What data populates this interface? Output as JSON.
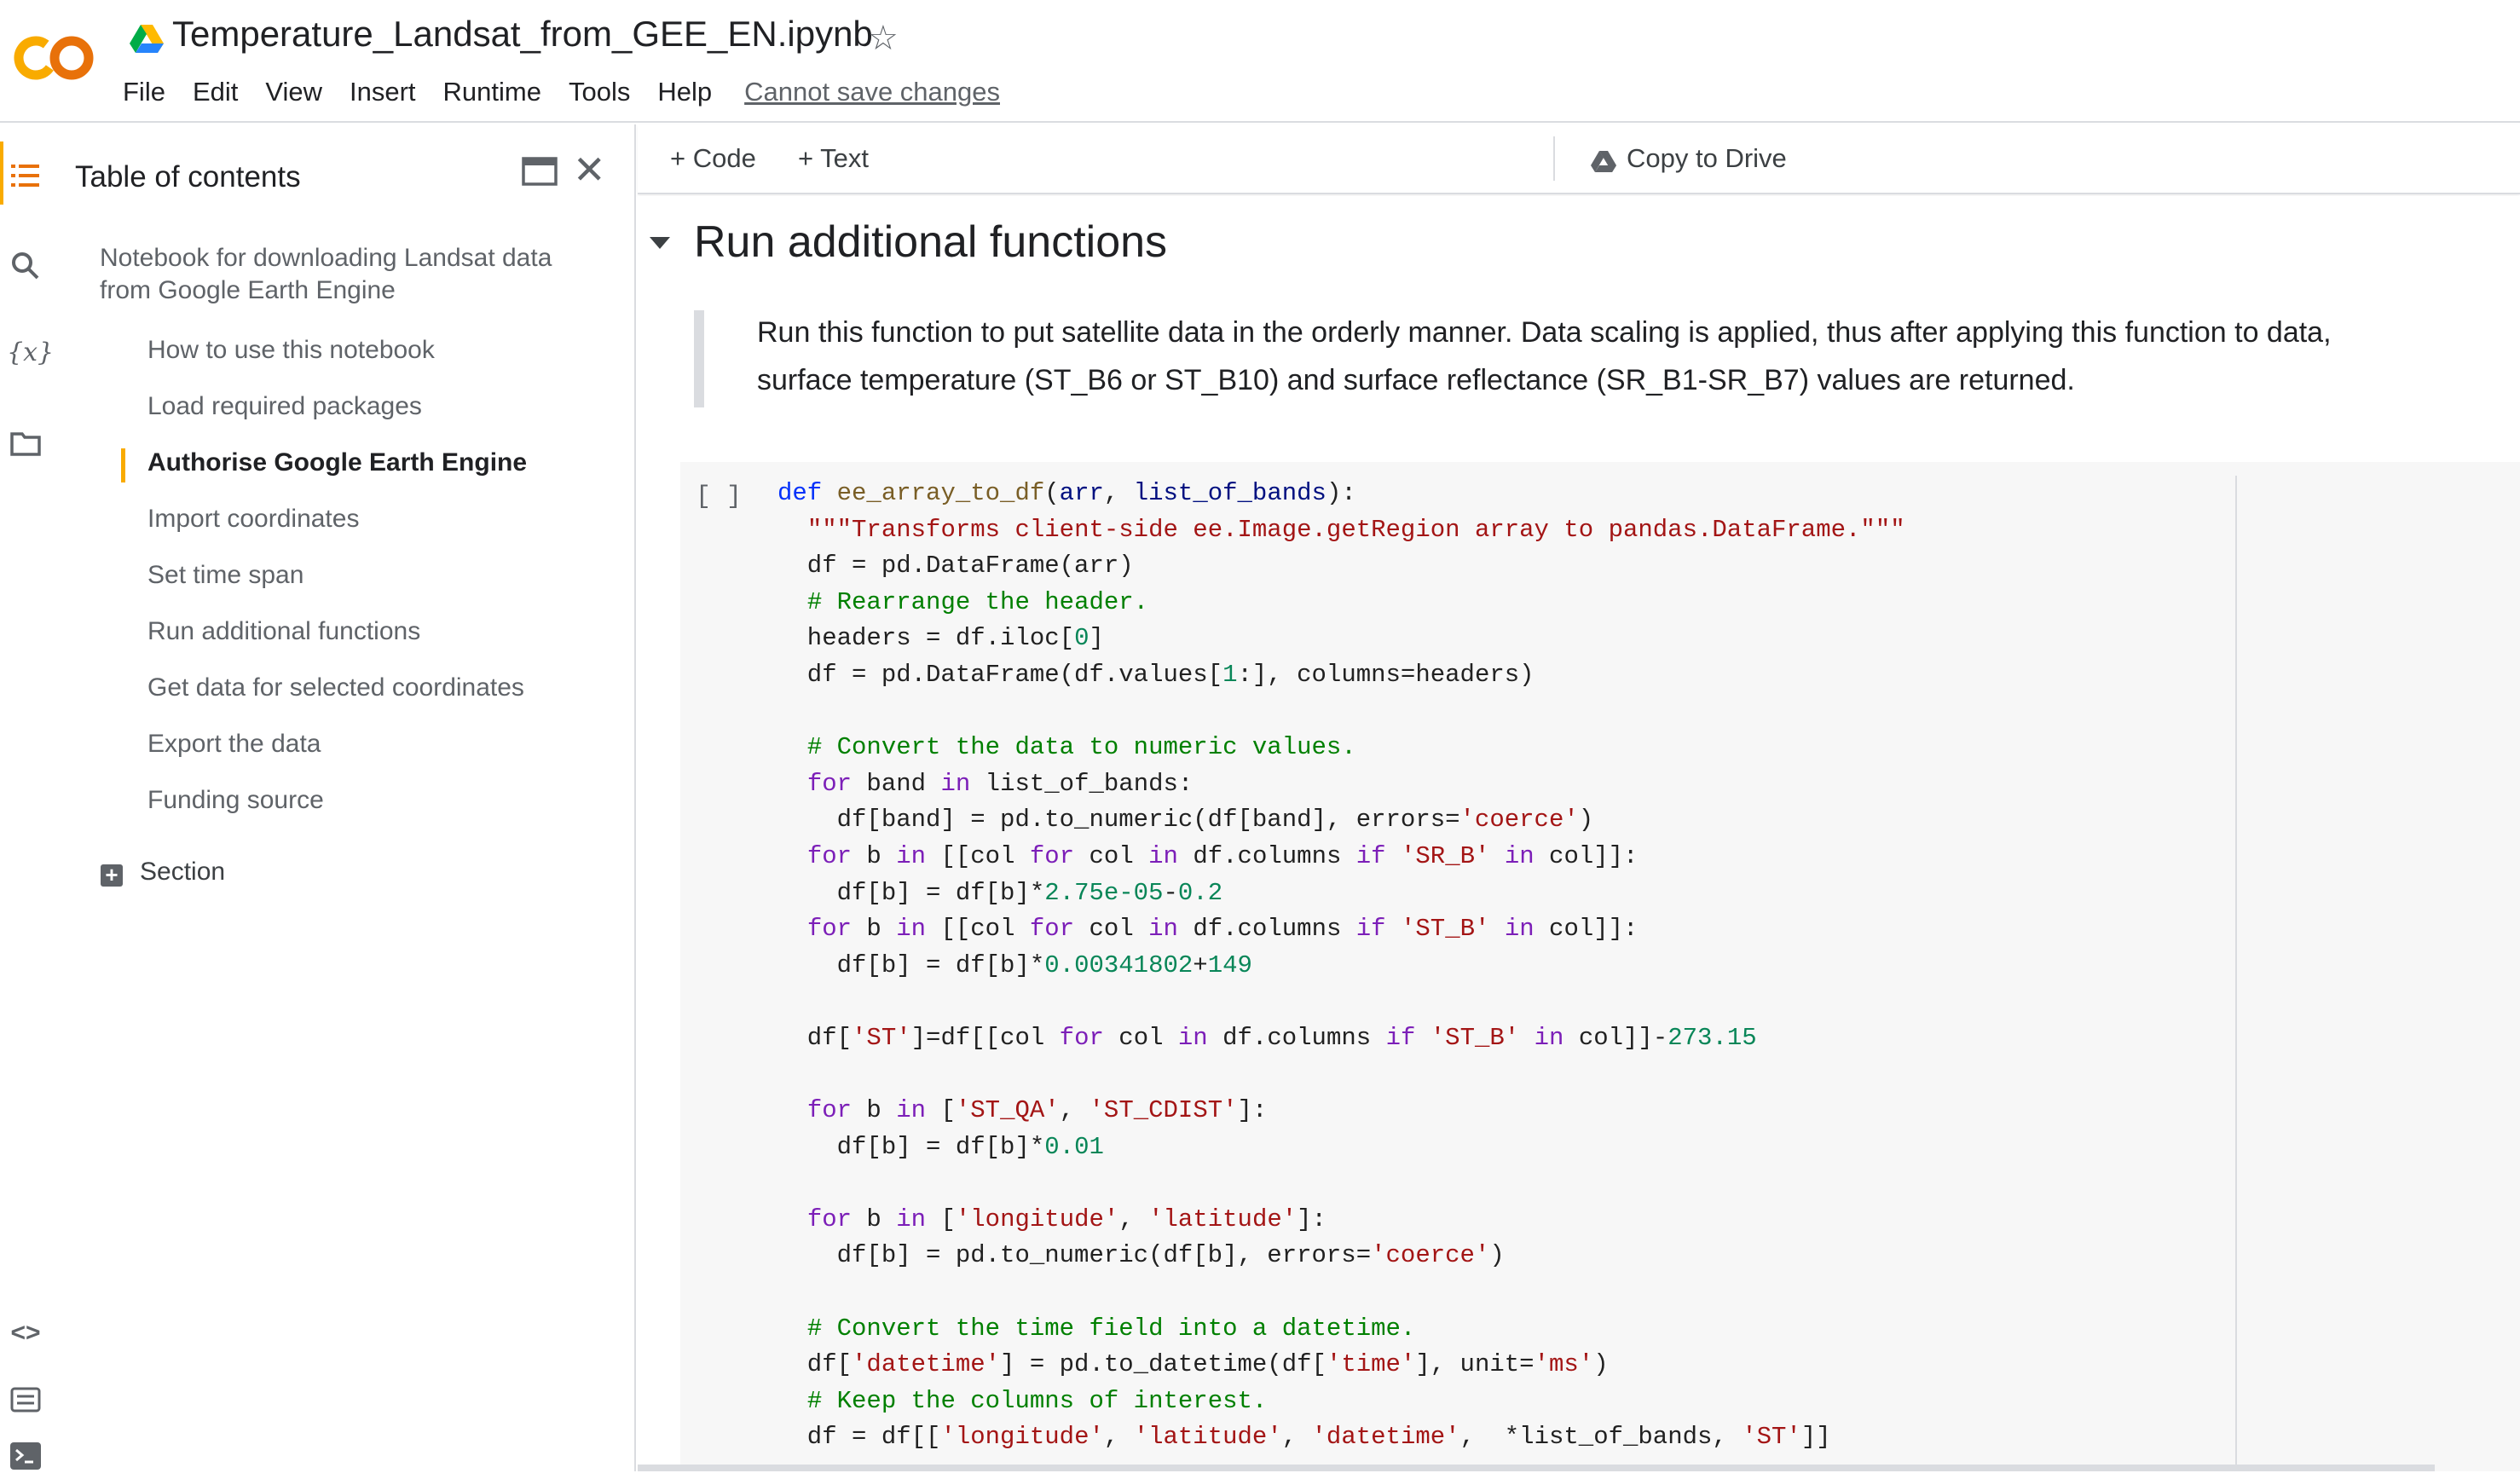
{
  "header": {
    "logo_text": "CO",
    "notebook_title": "Temperature_Landsat_from_GEE_EN.ipynb",
    "menu": [
      "File",
      "Edit",
      "View",
      "Insert",
      "Runtime",
      "Tools",
      "Help"
    ],
    "save_notice": "Cannot save changes"
  },
  "rail": {
    "icons": [
      "list-icon",
      "search-icon",
      "variables-icon",
      "folder-icon",
      "code-snippets-icon",
      "command-palette-icon",
      "terminal-icon"
    ]
  },
  "toc": {
    "title": "Table of contents",
    "items": [
      {
        "label_line1": "Notebook for downloading Landsat data",
        "label_line2": "from Google Earth Engine"
      },
      {
        "label": "How to use this notebook"
      },
      {
        "label": "Load required packages"
      },
      {
        "label": "Authorise Google Earth Engine"
      },
      {
        "label": "Import coordinates"
      },
      {
        "label": "Set time span"
      },
      {
        "label": "Run additional functions"
      },
      {
        "label": "Get data for selected coordinates"
      },
      {
        "label": "Export the data"
      },
      {
        "label": "Funding source"
      }
    ],
    "active_item": "Authorise Google Earth Engine",
    "add_section": "Section"
  },
  "toolbar": {
    "code_label": "Code",
    "text_label": "Text",
    "copy_label": "Copy to Drive"
  },
  "notebook": {
    "section_heading": "Run additional functions",
    "markdown_lines": [
      "Run this function to put satellite data in the orderly manner. Data scaling is applied, thus after applying this function to data,",
      "surface temperature (ST_B6 or ST_B10) and surface reflectance (SR_B1-SR_B7) values are returned."
    ],
    "cell_indicator": "[ ]"
  },
  "colors": {
    "brand_orange": "#f9ab00",
    "logo_orange": "#e8710a",
    "keyword": "#7c1fb8",
    "string": "#a31515",
    "number": "#098658",
    "comment": "#008000"
  }
}
